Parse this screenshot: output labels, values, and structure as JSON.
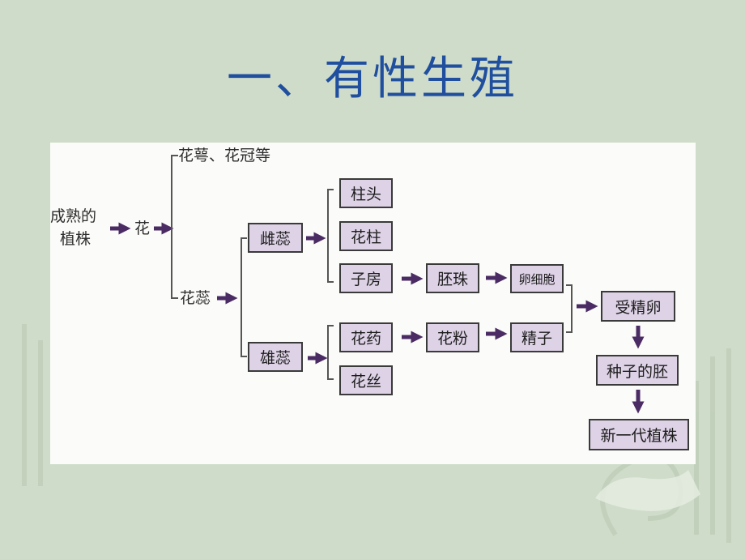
{
  "title": "一、有性生殖",
  "diagram": {
    "mature_plant": [
      "成熟的",
      "植株"
    ],
    "flower": "花",
    "calyx_corolla": "花萼、花冠等",
    "stamens_pistils": "花蕊",
    "pistil": "雌蕊",
    "stamen": "雄蕊",
    "stigma": "柱头",
    "style": "花柱",
    "ovary": "子房",
    "ovule": "胚珠",
    "egg_cell": "卵细胞",
    "anther": "花药",
    "filament": "花丝",
    "pollen": "花粉",
    "sperm": "精子",
    "zygote": "受精卵",
    "seed_embryo": "种子的胚",
    "new_plant": "新一代植株"
  },
  "colors": {
    "background": "#cfdcc9",
    "title": "#1f4f9e",
    "box_fill": "#ddd2e6",
    "arrow": "#4a2b63"
  }
}
